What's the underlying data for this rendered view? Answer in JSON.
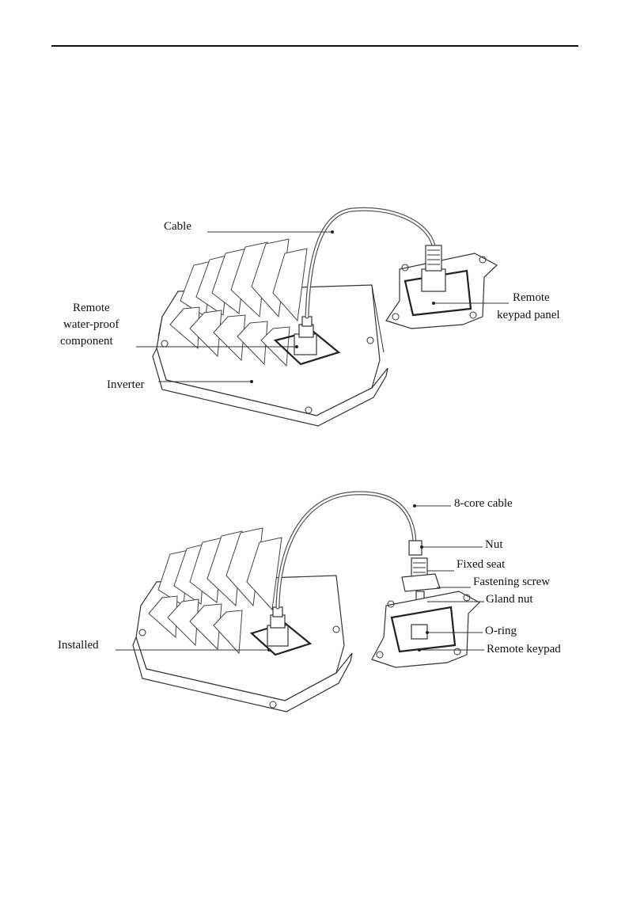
{
  "figure1": {
    "labels": {
      "cable": "Cable",
      "waterproof_line1": "Remote",
      "waterproof_line2": "water-proof",
      "waterproof_line3": "component",
      "inverter": "Inverter",
      "keypad_line1": "Remote",
      "keypad_line2": "keypad panel"
    }
  },
  "figure2": {
    "labels": {
      "cable": "8-core cable",
      "nut": "Nut",
      "fixed_seat": "Fixed seat",
      "fastening_screw": "Fastening screw",
      "gland_nut": "Gland nut",
      "installed": "Installed",
      "oring": "O-ring",
      "remote_keypad": "Remote keypad"
    }
  }
}
